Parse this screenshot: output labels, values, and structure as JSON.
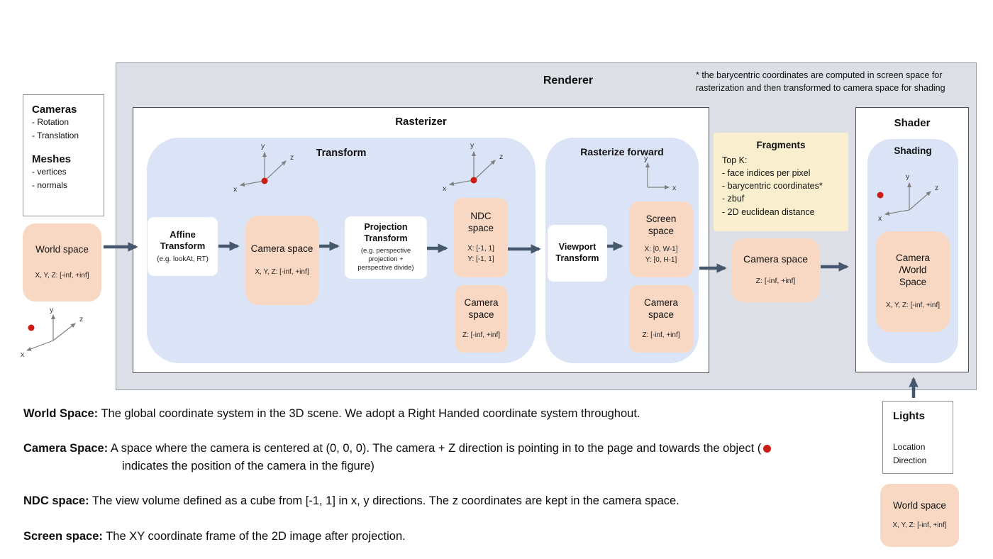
{
  "colors": {
    "renderer-bg": "#dcdfe6",
    "blue": "#dbe4f6",
    "pink": "#f8d8c3",
    "yellow": "#f9efcf",
    "arrow": "#46586e",
    "dot": "#cc1d15"
  },
  "renderer": {
    "title": "Renderer",
    "note": "* the barycentric coordinates are computed in screen space for rasterization and then transformed to camera space for shading"
  },
  "rasterizer": {
    "title": "Rasterizer",
    "transform": {
      "title": "Transform",
      "affine": {
        "title": "Affine Transform",
        "subtitle": "(e.g. lookAt, RT)"
      },
      "camera_space": {
        "title": "Camera space",
        "range": "X, Y, Z: [-inf, +inf]"
      },
      "projection": {
        "title": "Projection Transform",
        "subtitle": "(e.g. perspective projection + perspective divide)"
      },
      "ndc": {
        "title": "NDC space",
        "range_x": "X: [-1, 1]",
        "range_y": "Y: [-1, 1]"
      },
      "camera_space_z": {
        "title": "Camera space",
        "range": "Z: [-inf, +inf]"
      }
    },
    "rasterize_forward": {
      "title": "Rasterize forward",
      "viewport": {
        "title": "Viewport Transform"
      },
      "screen": {
        "title": "Screen space",
        "range_x": "X: [0, W-1]",
        "range_y": "Y: [0, H-1]"
      },
      "camera_space_z": {
        "title": "Camera space",
        "range": "Z: [-inf, +inf]"
      }
    }
  },
  "fragments": {
    "title": "Fragments",
    "lines": [
      "Top K:",
      "- face indices per pixel",
      "- barycentric coordinates*",
      "- zbuf",
      "- 2D euclidean distance"
    ]
  },
  "camera_space_out": {
    "title": "Camera space",
    "range": "Z: [-inf, +inf]"
  },
  "shader": {
    "title": "Shader",
    "shading": {
      "title": "Shading",
      "camera_world": {
        "title": "Camera /World Space",
        "range": "X, Y, Z: [-inf, +inf]"
      }
    }
  },
  "inputs": {
    "cameras_title": "Cameras",
    "cameras_items": [
      "- Rotation",
      "- Translation"
    ],
    "meshes_title": "Meshes",
    "meshes_items": [
      "- vertices",
      "- normals"
    ],
    "world_space": {
      "title": "World space",
      "range": "X, Y, Z: [-inf, +inf]"
    }
  },
  "lights": {
    "title": "Lights",
    "items": [
      "Location",
      "Direction"
    ],
    "world_space": {
      "title": "World space",
      "range": "X, Y, Z: [-inf, +inf]"
    }
  },
  "definitions": [
    {
      "term": "World Space:",
      "text": "The global coordinate system in the 3D scene. We adopt a Right Handed coordinate system throughout."
    },
    {
      "term": "Camera Space:",
      "text_before_dot": "A space where the camera is centered at (0, 0, 0). The camera + Z direction is pointing in to the page and towards the object (",
      "text_after_dot": "indicates the position of the camera in the figure)"
    },
    {
      "term": "NDC space:",
      "text": "The view volume defined as a cube from [-1, 1] in x, y directions. The z coordinates are kept in the camera space."
    },
    {
      "term": "Screen space:",
      "text": "The XY coordinate frame of the 2D image after projection."
    }
  ],
  "axes": {
    "x": "x",
    "y": "y",
    "z": "z"
  }
}
